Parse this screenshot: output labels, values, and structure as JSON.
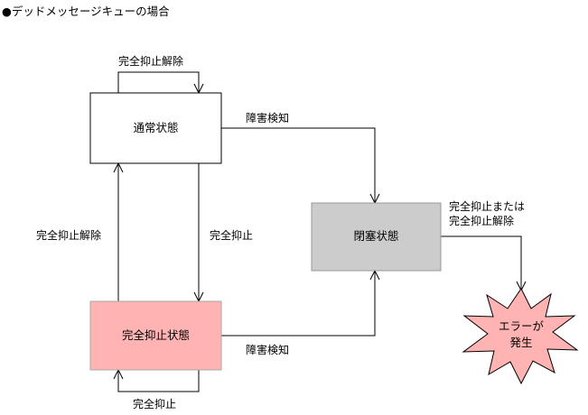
{
  "title": "●デッドメッセージキューの場合",
  "nodes": {
    "normal": {
      "label": "通常状態",
      "fill": "#ffffff"
    },
    "full_suppress": {
      "label": "完全抑止状態",
      "fill": "#ffb3b3"
    },
    "blocked": {
      "label": "閉塞状態",
      "fill": "#cccccc"
    },
    "error": {
      "label_line1": "エラーが",
      "label_line2": "発生",
      "fill": "#ffb3b3"
    }
  },
  "edges": {
    "normal_self_loop": "完全抑止解除",
    "normal_to_blocked": "障害検知",
    "normal_to_full_suppress": "完全抑止",
    "full_suppress_to_normal": "完全抑止解除",
    "full_suppress_to_blocked": "障害検知",
    "full_suppress_self_loop": "完全抑止",
    "blocked_to_error_line1": "完全抑止または",
    "blocked_to_error_line2": "完全抑止解除"
  },
  "colors": {
    "line": "#000000",
    "node_border": "#000000",
    "blocked_border": "#999999"
  }
}
